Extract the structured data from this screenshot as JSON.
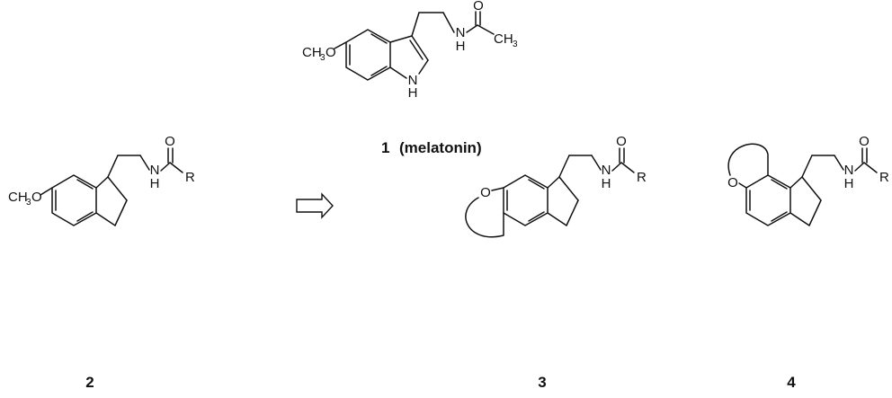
{
  "compounds": {
    "c1": {
      "number": "1",
      "name": "(melatonin)"
    },
    "c2": {
      "number": "2"
    },
    "c3": {
      "number": "3"
    },
    "c4": {
      "number": "4"
    }
  },
  "atoms": {
    "oxygen": "O",
    "nh_n": "N",
    "nh_h": "H",
    "ch3_c": "CH",
    "ch3_sub": "3",
    "ch3o_ch": "CH",
    "ch3o_sub": "3",
    "ch3o_o": "O",
    "r_group": "R"
  }
}
